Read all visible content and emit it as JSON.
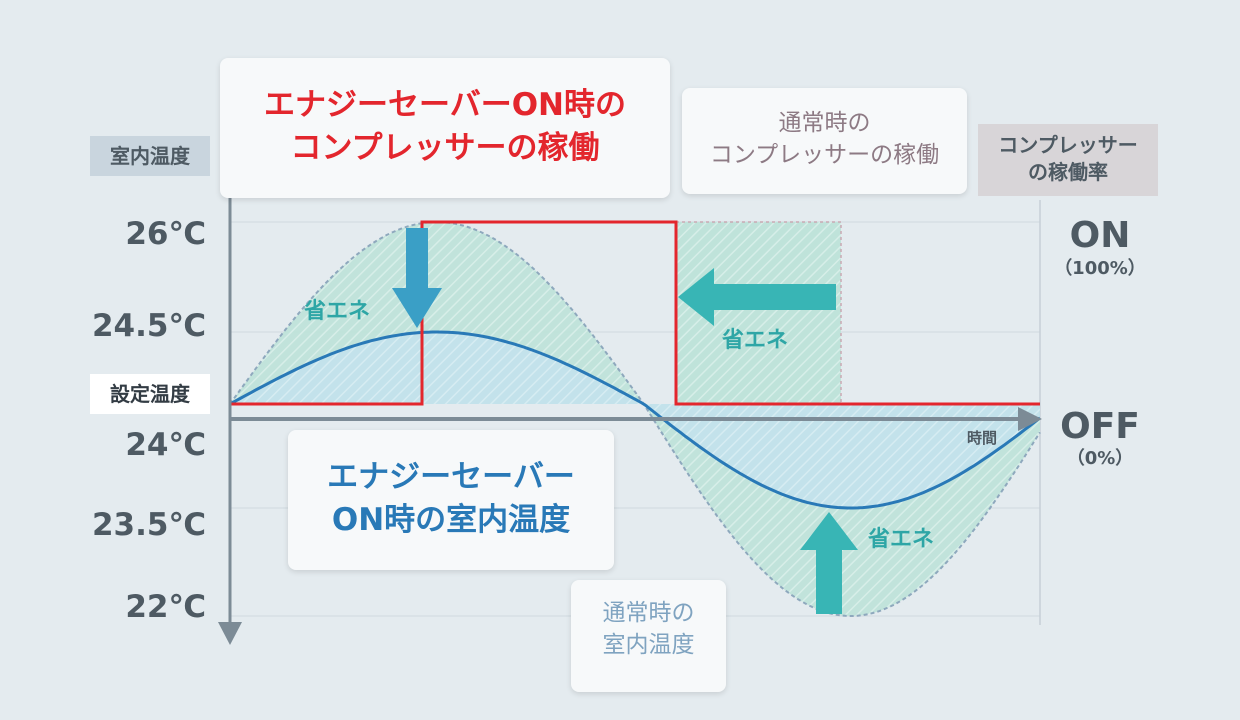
{
  "colors": {
    "background": "#e4ebef",
    "energy_saver_compressor": "#e3262d",
    "energy_saver_temperature": "#2979b7",
    "energy_saving_arrow": "#38b5b5",
    "normal_curve": "#8ea8bd",
    "saving_fill": "#bfe3da",
    "axis": "#7c8b96"
  },
  "callouts": {
    "saver_compressor": [
      "エナジーセーバーON時の",
      "コンプレッサーの稼働"
    ],
    "normal_compressor": [
      "通常時の",
      "コンプレッサーの稼働"
    ],
    "saver_temperature": [
      "エナジーセーバー",
      "ON時の室内温度"
    ],
    "normal_temperature": [
      "通常時の",
      "室内温度"
    ]
  },
  "arrow_label": "省エネ",
  "chart_data": {
    "type": "line",
    "x_axis": {
      "label": "時間",
      "ticks": []
    },
    "y_axis_left": {
      "label": "室内温度",
      "ticks": [
        "26℃",
        "24.5℃",
        "24℃",
        "23.5℃",
        "22℃"
      ],
      "reference_label": "設定温度"
    },
    "y_axis_right": {
      "label": [
        "コンプレッサー",
        "の稼働率"
      ],
      "ticks": [
        {
          "main": "ON",
          "sub": "（100%）"
        },
        {
          "main": "OFF",
          "sub": "（0%）"
        }
      ]
    },
    "series": [
      {
        "name": "通常時の室内温度",
        "shape": "sine",
        "amplitude": "full",
        "style": "dashed"
      },
      {
        "name": "エナジーセーバーON時の室内温度",
        "shape": "sine",
        "amplitude": "reduced",
        "style": "solid"
      },
      {
        "name": "エナジーセーバーON時のコンプレッサーの稼働",
        "shape": "step",
        "levels": [
          "OFF",
          "ON",
          "OFF"
        ]
      },
      {
        "name": "通常時のコンプレッサーの稼働",
        "shape": "step",
        "levels": [
          "OFF",
          "ON",
          "OFF"
        ]
      }
    ],
    "grid": true
  }
}
